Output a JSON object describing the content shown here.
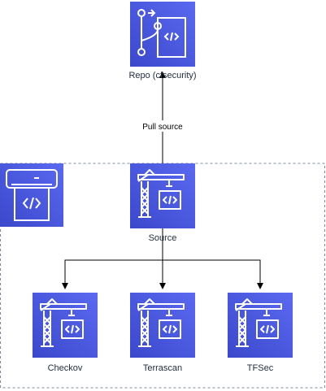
{
  "colors": {
    "tile": "#4353e3",
    "tile_light": "#5a69f0",
    "glyph": "#ffffff",
    "line": "#000000",
    "group_border": "#7d8998",
    "label": "#232f3e"
  },
  "nodes": {
    "repo": {
      "label": "Repo (cfsecurity)",
      "icon": "codecommit-icon"
    },
    "pipeline": {
      "label": "",
      "icon": "codepipeline-icon"
    },
    "source": {
      "label": "Source",
      "icon": "codebuild-icon"
    },
    "checkov": {
      "label": "Checkov",
      "icon": "codebuild-icon"
    },
    "terrascan": {
      "label": "Terrascan",
      "icon": "codebuild-icon"
    },
    "tfsec": {
      "label": "TFSec",
      "icon": "codebuild-icon"
    }
  },
  "edges": {
    "pull_source": {
      "label": "Pull source"
    }
  }
}
